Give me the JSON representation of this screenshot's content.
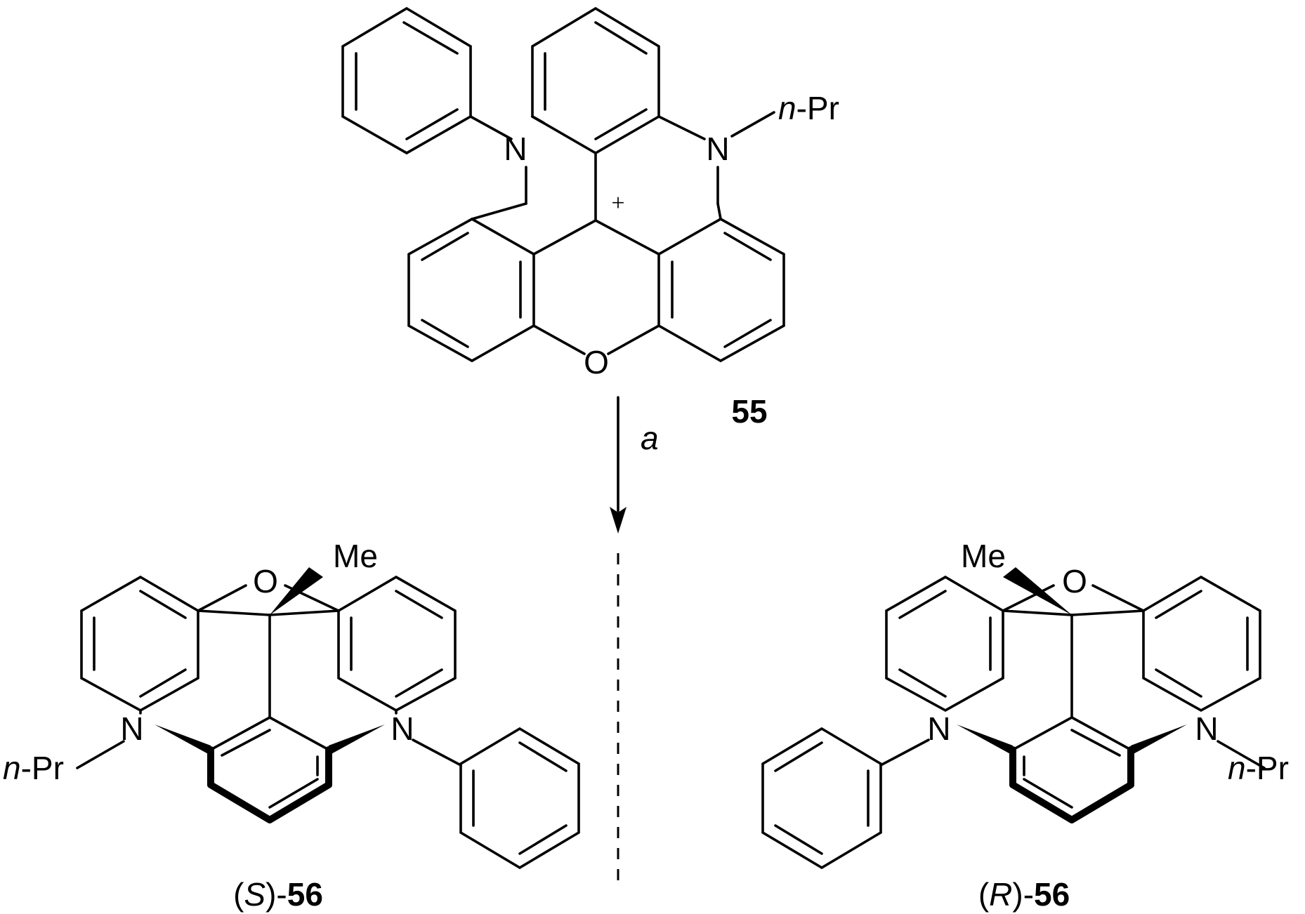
{
  "compound_55": {
    "label": "55",
    "atoms": {
      "n_left": "N",
      "n_right": "N",
      "oxygen": "O",
      "charge": "+"
    },
    "substituent_right": {
      "prefix": "n",
      "suffix": "-Pr"
    }
  },
  "reaction": {
    "reagent": "a"
  },
  "product_s": {
    "stereo": "S",
    "label": "56",
    "atoms": {
      "n_left": "N",
      "n_right": "N",
      "oxygen": "O",
      "methyl": "Me"
    },
    "substituent_left": {
      "prefix": "n",
      "suffix": "-Pr"
    }
  },
  "product_r": {
    "stereo": "R",
    "label": "56",
    "atoms": {
      "n_left": "N",
      "n_right": "N",
      "oxygen": "O",
      "methyl": "Me"
    },
    "substituent_right": {
      "prefix": "n",
      "suffix": "-Pr"
    }
  }
}
